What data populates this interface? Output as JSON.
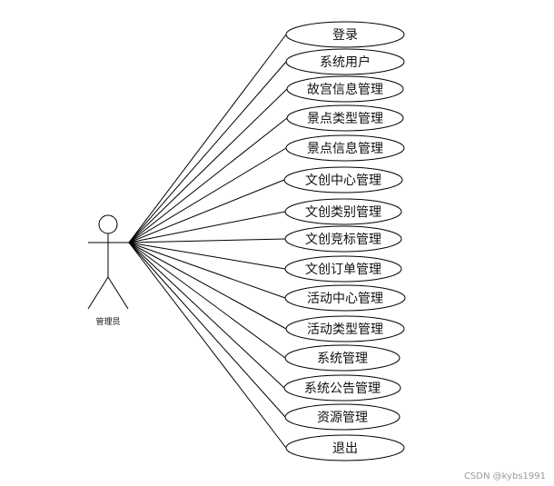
{
  "actor": {
    "label": "管理员"
  },
  "use_cases": [
    "登录",
    "系统用户",
    "故宫信息管理",
    "景点类型管理",
    "景点信息管理",
    "文创中心管理",
    "文创类别管理",
    "文创竞标管理",
    "文创订单管理",
    "活动中心管理",
    "活动类型管理",
    "系统管理",
    "系统公告管理",
    "资源管理",
    "退出"
  ],
  "watermark": "CSDN @kybs1991"
}
